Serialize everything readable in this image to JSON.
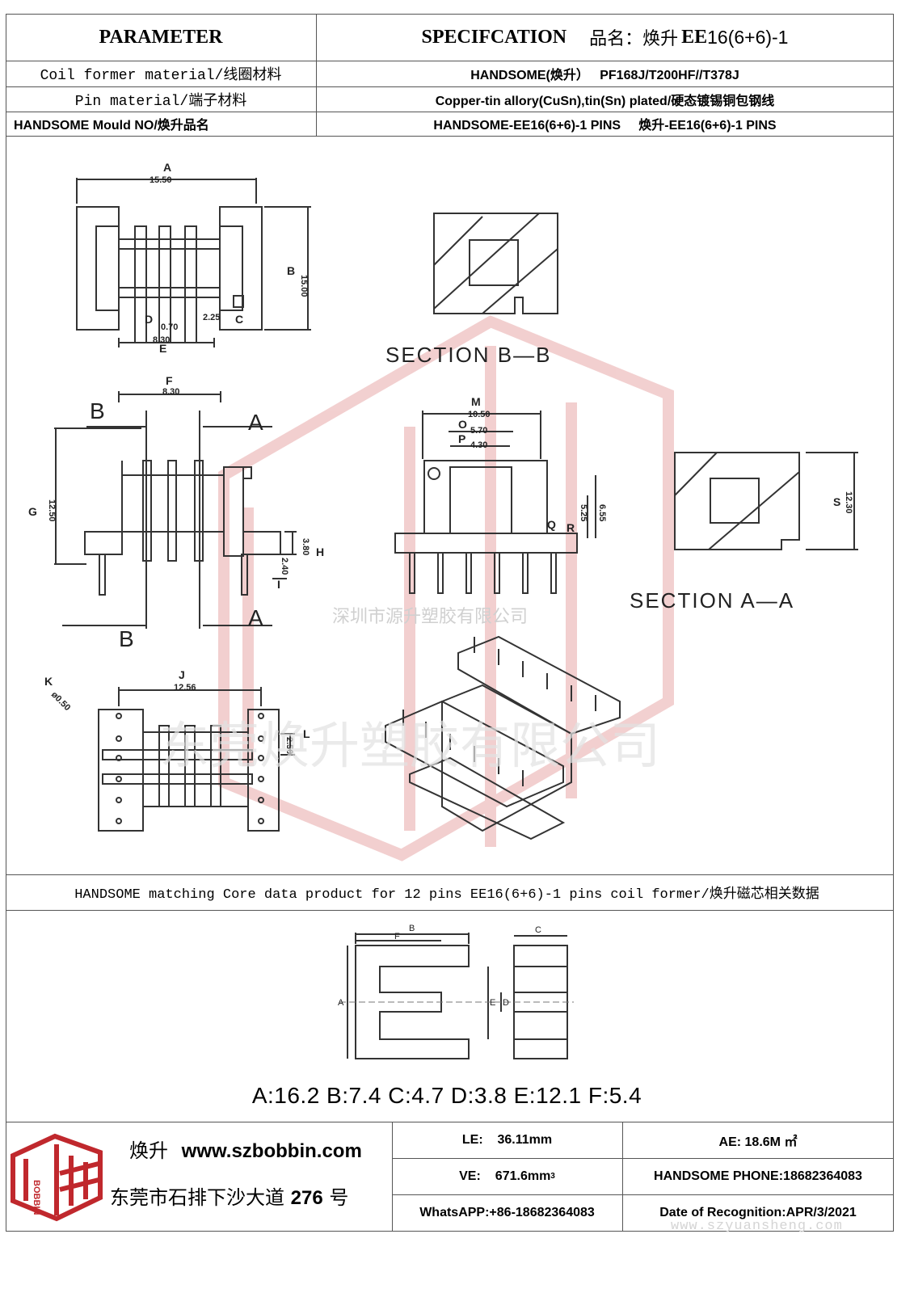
{
  "header": {
    "parameter": "PARAMETER",
    "specification": "SPECIFCATION",
    "product_name_label": "品名：焕升",
    "product_code_bold": "EE",
    "product_code_rest": "16(6+6)-1"
  },
  "spec_rows": [
    {
      "label": "Coil former material/线圈材料",
      "value": "HANDSOME(焕升）   PF168J/T200HF//T378J"
    },
    {
      "label": "Pin material/端子材料",
      "value": "Copper-tin allory(CuSn),tin(Sn) plated/硬态镀锡铜包钢线"
    },
    {
      "label": "HANDSOME Mould NO/焕升品名",
      "value": "HANDSOME-EE16(6+6)-1 PINS     焕升-EE16(6+6)-1 PINS"
    }
  ],
  "drawing": {
    "section_bb": "SECTION B—B",
    "section_aa": "SECTION A—A",
    "watermark_cn_small": "深圳市源升塑胶有限公司",
    "watermark_cn_large": "东莞焕升塑胶有限公司",
    "dims": {
      "A": "A",
      "A_val": "15.50",
      "B": "B",
      "B_val": "15.00",
      "C": "C",
      "C_val": "2.25",
      "D": "D",
      "D_val": "0.70",
      "E": "E",
      "E_val": "8.30",
      "F": "F",
      "F_val": "8.30",
      "G": "G",
      "G_val": "12.50",
      "H": "H",
      "H_val": "3.80",
      "I": "I",
      "I_val": "2.40",
      "J": "J",
      "J_val": "12.56",
      "K": "K",
      "K_val": "ø0.50",
      "L": "L",
      "L_val": "2.50",
      "M": "M",
      "M_val": "10.50",
      "O": "O",
      "O_val": "5.70",
      "P": "P",
      "P_val": "4.30",
      "Q": "Q",
      "Q_val": "5.25",
      "R": "R",
      "R_val": "6.55",
      "S": "S",
      "S_val": "12.30"
    },
    "section_letter_B": "B",
    "section_letter_A": "A"
  },
  "core_section": {
    "title": "HANDSOME matching Core data  product for 12 pins EE16(6+6)-1 pins coil former/焕升磁芯相关数据",
    "labels": {
      "A": "A",
      "B": "B",
      "C": "C",
      "D": "D",
      "E": "E",
      "F": "F"
    },
    "dimensions": "A:16.2 B:7.4 C:4.7 D:3.8 E:12.1 F:5.4"
  },
  "footer": {
    "brand": "焕升",
    "website": "www.szbobbin.com",
    "address_prefix": "东莞市石排下沙大道",
    "address_number": "276",
    "address_suffix": "号",
    "le": "LE:    36.11mm",
    "ae": "AE: 18.6M ㎡",
    "ve_label": "VE:",
    "ve_value": "671.6mm",
    "ve_sup": "3",
    "phone": "HANDSOME PHONE:18682364083",
    "whatsapp": "WhatsAPP:+86-18682364083",
    "date": "Date of Recognition:APR/3/2021",
    "watermark_url": "www.szyuansheng.com",
    "logo_side_text": "BOBBIN"
  },
  "colors": {
    "watermark_red": "#e8b0b0",
    "line": "#555555",
    "logo_red": "#c0282d"
  }
}
